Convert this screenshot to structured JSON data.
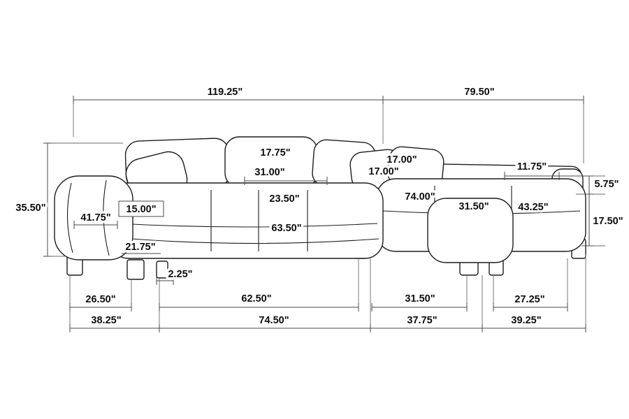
{
  "meta": {
    "units": "inches",
    "drawing": "sectional-sofa-dimension-diagram"
  },
  "dims": {
    "overall_left": "119.25\"",
    "overall_right": "79.50\"",
    "height_left": "35.50\"",
    "arm_front": "41.75\"",
    "seat_box": "15.00\"",
    "back_cushion": "17.75\"",
    "back_width": "31.00\"",
    "seat_depth": "23.50\"",
    "seat_width": "63.50\"",
    "arm_inner": "21.75\"",
    "leg_height": "2.25\"",
    "pillow_a": "17.00\"",
    "pillow_b": "17.00\"",
    "chaise_length": "74.00\"",
    "chaise_seat": "31.50\"",
    "chaise_width": "43.25\"",
    "arm_top": "11.75\"",
    "arm_drop": "5.75\"",
    "chaise_height": "17.50\"",
    "b_26_50": "26.50\"",
    "b_62_50": "62.50\"",
    "b_31_50": "31.50\"",
    "b_27_25": "27.25\"",
    "b_38_25": "38.25\"",
    "b_74_50": "74.50\"",
    "b_37_75": "37.75\"",
    "b_39_25": "39.25\""
  }
}
